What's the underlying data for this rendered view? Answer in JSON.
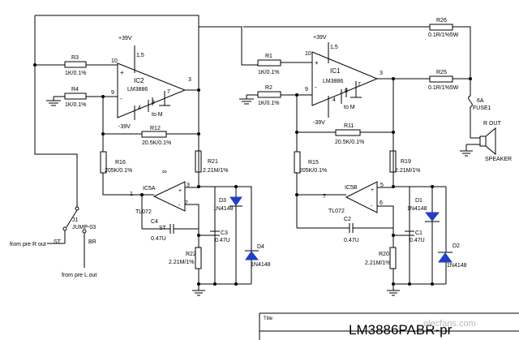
{
  "ic2": {
    "name": "IC2",
    "part": "LM3886",
    "pin_plus": "+39V",
    "pin_minus": "-39V",
    "p1": "1,5",
    "p10": "10",
    "p9": "9",
    "p3": "3",
    "p4": "4",
    "p8": "8",
    "p7": "7",
    "tom": "to M"
  },
  "ic1": {
    "name": "IC1",
    "part": "LM3886",
    "pin_plus": "+39V",
    "pin_minus": "-39V",
    "p1": "1,5",
    "p10": "10",
    "p9": "9",
    "p3": "3",
    "p4": "4",
    "p8": "8",
    "p7": "7",
    "tom": "to M"
  },
  "ic5a": {
    "name": "IC5A",
    "part": "TL072",
    "p1": "1",
    "p2": "2",
    "p3": "3"
  },
  "ic5b": {
    "name": "IC5B",
    "part": "TL072",
    "p7": "7",
    "p6": "6",
    "p5": "5"
  },
  "r3": {
    "name": "R3",
    "value": "1K/0.1%"
  },
  "r4": {
    "name": "R4",
    "value": "1K/0.1%"
  },
  "r1": {
    "name": "R1",
    "value": "1K/0.1%"
  },
  "r2": {
    "name": "R2",
    "value": "1K/0.1%"
  },
  "r12": {
    "name": "R12",
    "value": "20.5K/0.1%"
  },
  "r11": {
    "name": "R11",
    "value": "20.5K/0.1%"
  },
  "r16": {
    "name": "R16",
    "value": "205K/0.1%"
  },
  "r15": {
    "name": "R15",
    "value": "205K/0.1%"
  },
  "r21": {
    "name": "R21",
    "value": "2.21M/1%"
  },
  "r19": {
    "name": "R19",
    "value": "2.21M/1%"
  },
  "r22": {
    "name": "R22",
    "value": "2.21M/1%"
  },
  "r20": {
    "name": "R20",
    "value": "2.21M/1%"
  },
  "r26": {
    "name": "R26",
    "value": "0.1R/1%5W"
  },
  "r25": {
    "name": "R25",
    "value": "0.1R/1%5W"
  },
  "c4": {
    "name": "C4",
    "value": "0.47U"
  },
  "c3": {
    "name": "C3",
    "value": "0.47U"
  },
  "c2": {
    "name": "C2",
    "value": "0.47U"
  },
  "c1": {
    "name": "C1",
    "value": "0.47U"
  },
  "d3": {
    "name": "D3",
    "value": "1N4148"
  },
  "d4": {
    "name": "D4",
    "value": "1N4148"
  },
  "d1": {
    "name": "D1",
    "value": "1N4148"
  },
  "d2": {
    "name": "D2",
    "value": "1N4148"
  },
  "fuse": {
    "rating": "6A",
    "name": "FUSE1"
  },
  "speaker": {
    "out": "R OUT",
    "name": "SPEAKER"
  },
  "jumper": {
    "name": "J1",
    "part": "JUMP-03",
    "st": "ST",
    "br": "BR"
  },
  "inputs": {
    "r_in": "from pre R out",
    "l_in": "from pre L out"
  },
  "misc": {
    "infinity": "∞"
  },
  "title_block": {
    "title_label": "Title",
    "title": "LM3886PABR-pr",
    "watermark": "elecfans.com"
  },
  "colors": {
    "diode": "#1f3fc8",
    "wire": "#000000"
  }
}
